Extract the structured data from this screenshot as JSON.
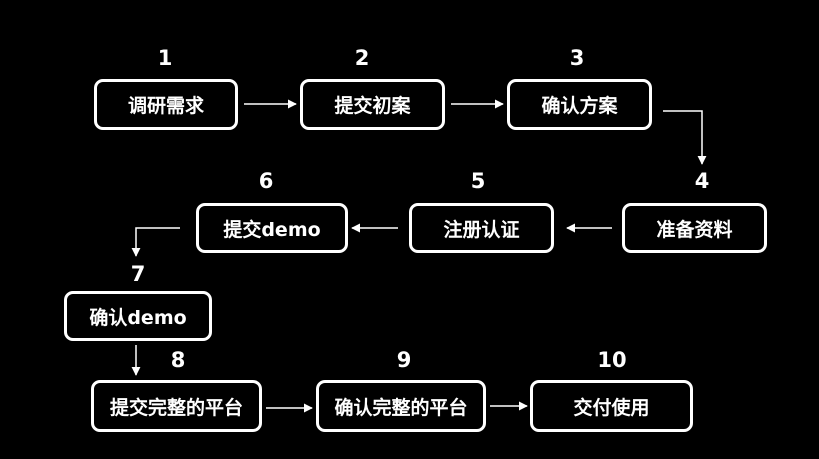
{
  "steps": [
    {
      "num": "1",
      "label": "调研需求"
    },
    {
      "num": "2",
      "label": "提交初案"
    },
    {
      "num": "3",
      "label": "确认方案"
    },
    {
      "num": "4",
      "label": "准备资料"
    },
    {
      "num": "5",
      "label": "注册认证"
    },
    {
      "num": "6",
      "label": "提交demo"
    },
    {
      "num": "7",
      "label": "确认demo"
    },
    {
      "num": "8",
      "label": "提交完整的平台"
    },
    {
      "num": "9",
      "label": "确认完整的平台"
    },
    {
      "num": "10",
      "label": "交付使用"
    }
  ],
  "colors": {
    "background": "#000000",
    "foreground": "#ffffff"
  }
}
